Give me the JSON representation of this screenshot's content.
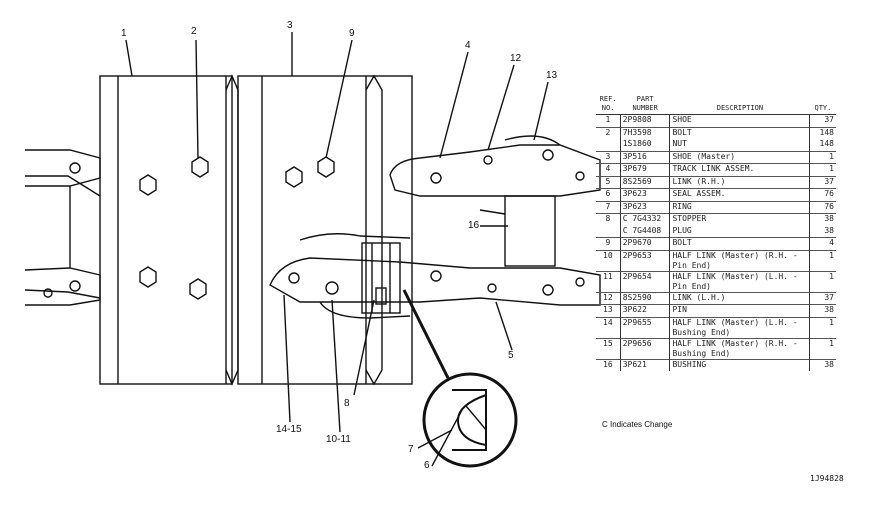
{
  "callouts": [
    "1",
    "2",
    "3",
    "9",
    "4",
    "12",
    "13",
    "16",
    "5",
    "8",
    "14-15",
    "10-11",
    "7",
    "6"
  ],
  "table": {
    "headers": {
      "ref": "REF. NO.",
      "part": "PART NUMBER",
      "desc": "DESCRIPTION",
      "qty": "QTY."
    },
    "rows": [
      {
        "ref": "1",
        "mark": "",
        "part": "2P9808",
        "desc": "SHOE",
        "qty": "37",
        "sep": true
      },
      {
        "ref": "2",
        "mark": "",
        "part": "7H3598",
        "desc": "BOLT",
        "qty": "148",
        "sep": true
      },
      {
        "ref": "",
        "mark": "",
        "part": "1S1860",
        "desc": "NUT",
        "qty": "148",
        "sep": false
      },
      {
        "ref": "3",
        "mark": "",
        "part": "3P516",
        "desc": "SHOE (Master)",
        "qty": "1",
        "sep": true
      },
      {
        "ref": "4",
        "mark": "",
        "part": "3P679",
        "desc": "TRACK LINK ASSEM.",
        "qty": "1",
        "sep": true
      },
      {
        "ref": "5",
        "mark": "",
        "part": "8S2569",
        "desc": "LINK (R.H.)",
        "qty": "37",
        "sep": true
      },
      {
        "ref": "6",
        "mark": "",
        "part": "3P623",
        "desc": "SEAL ASSEM.",
        "qty": "76",
        "sep": true
      },
      {
        "ref": "7",
        "mark": "",
        "part": "3P623",
        "desc": "RING",
        "qty": "76",
        "sep": true
      },
      {
        "ref": "8",
        "mark": "C",
        "part": "7G4332",
        "desc": "STOPPER",
        "qty": "38",
        "sep": true
      },
      {
        "ref": "",
        "mark": "C",
        "part": "7G4408",
        "desc": "PLUG",
        "qty": "38",
        "sep": false
      },
      {
        "ref": "9",
        "mark": "",
        "part": "2P9670",
        "desc": "BOLT",
        "qty": "4",
        "sep": true
      },
      {
        "ref": "10",
        "mark": "",
        "part": "2P9653",
        "desc": "HALF LINK (Master) (R.H. - Pin End)",
        "qty": "1",
        "sep": true
      },
      {
        "ref": "11",
        "mark": "",
        "part": "2P9654",
        "desc": "HALF LINK (Master) (L.H. - Pin End)",
        "qty": "1",
        "sep": true
      },
      {
        "ref": "12",
        "mark": "",
        "part": "8S2590",
        "desc": "LINK (L.H.)",
        "qty": "37",
        "sep": true
      },
      {
        "ref": "13",
        "mark": "",
        "part": "3P622",
        "desc": "PIN",
        "qty": "38",
        "sep": true
      },
      {
        "ref": "14",
        "mark": "",
        "part": "2P9655",
        "desc": "HALF LINK (Master) (L.H. - Bushing End)",
        "qty": "1",
        "sep": true
      },
      {
        "ref": "15",
        "mark": "",
        "part": "2P9656",
        "desc": "HALF LINK (Master) (R.H. - Bushing End)",
        "qty": "1",
        "sep": true
      },
      {
        "ref": "16",
        "mark": "",
        "part": "3P621",
        "desc": "BUSHING",
        "qty": "38",
        "sep": true
      }
    ]
  },
  "note": "C Indicates Change",
  "figure_number": "1J94828"
}
